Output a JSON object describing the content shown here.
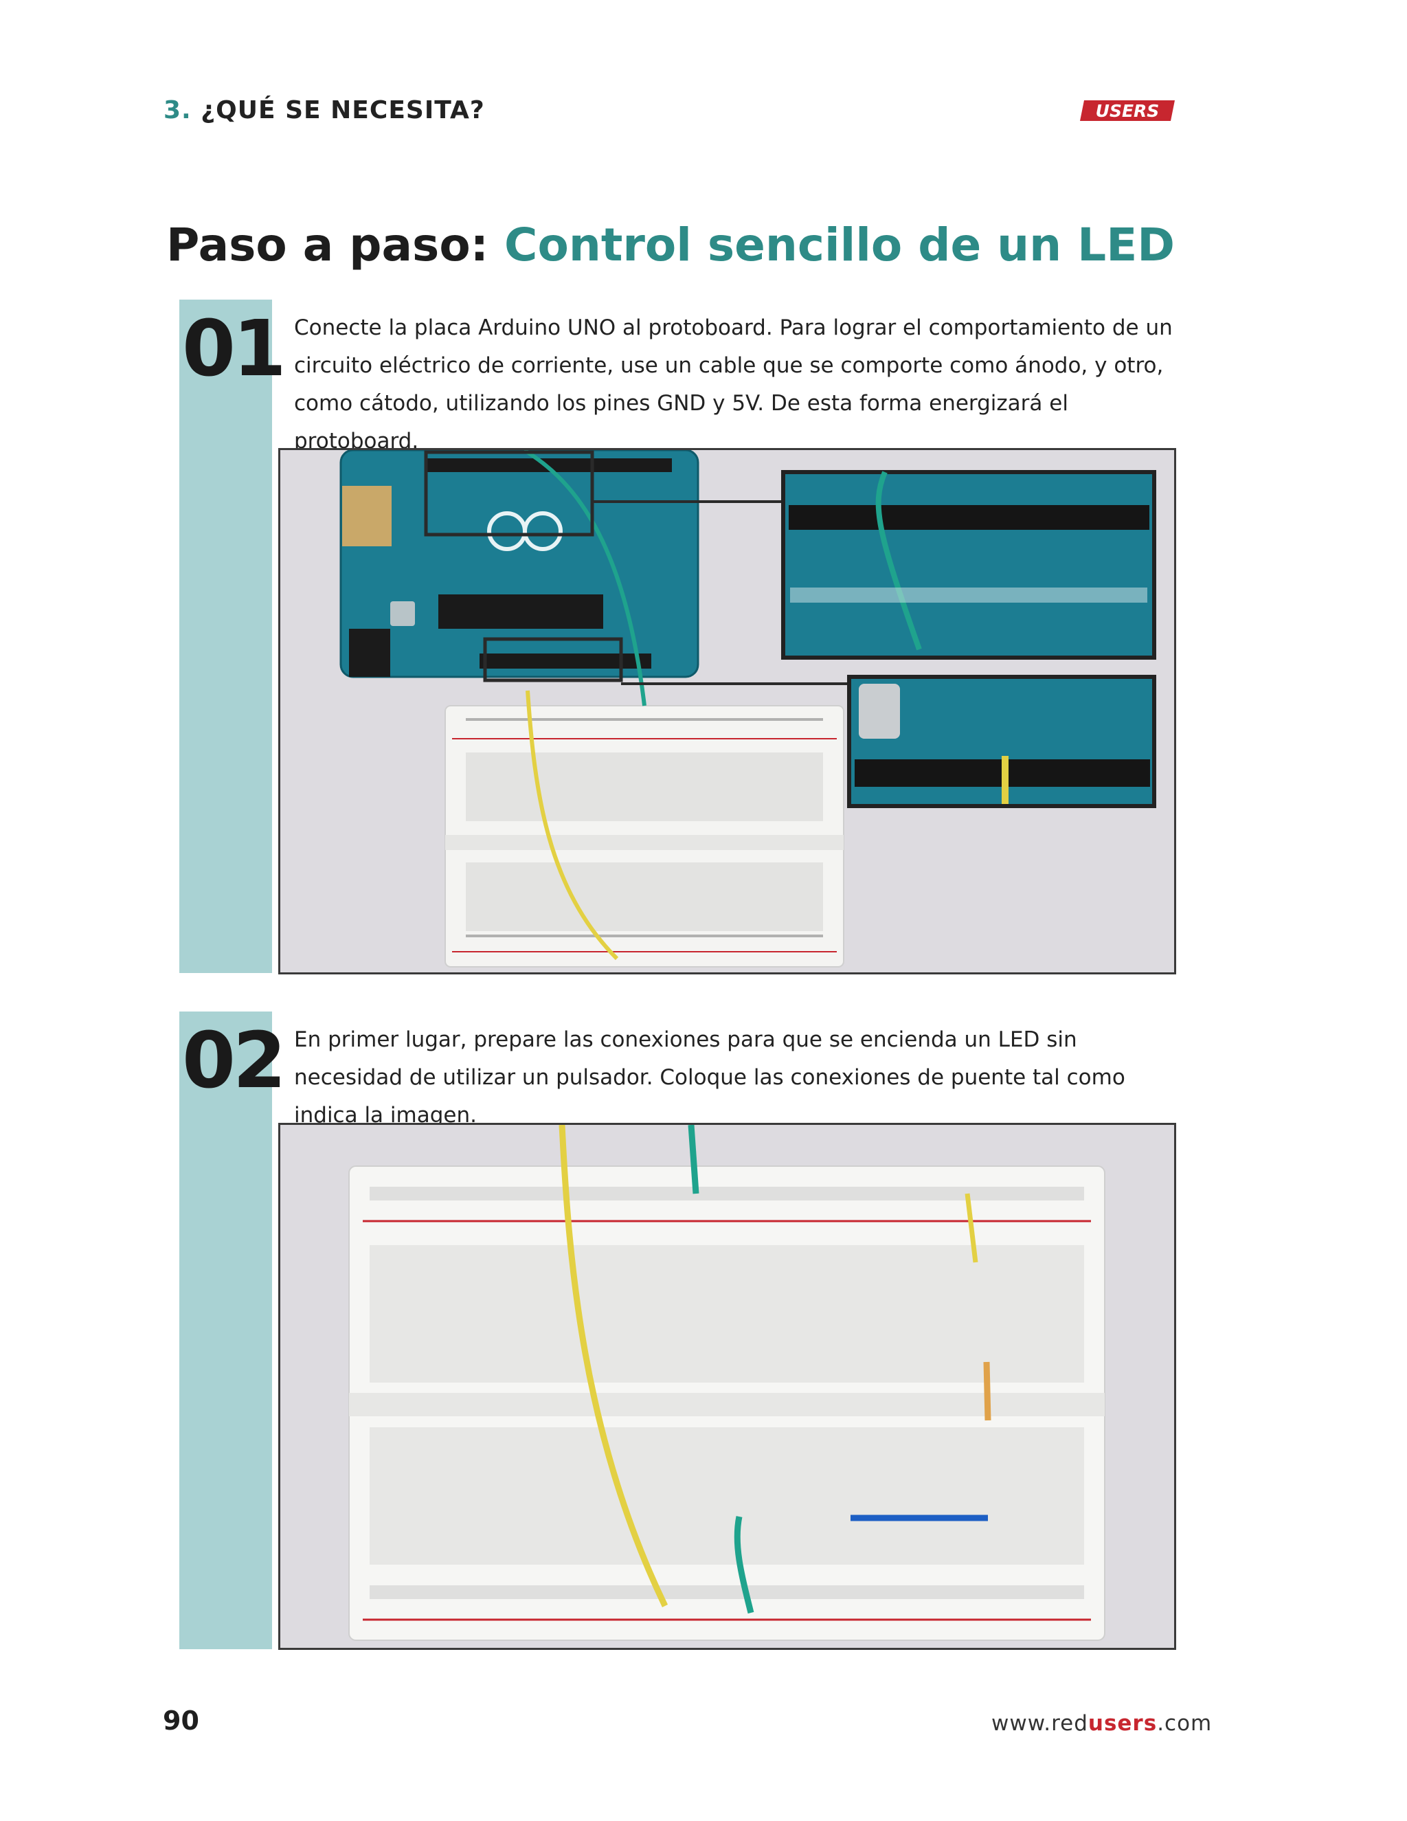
{
  "header": {
    "section_number": "3.",
    "section_title": "¿QUÉ SE NECESITA?",
    "logo_text": "USERS"
  },
  "title": {
    "prefix": "Paso a paso:",
    "highlight": "Control sencillo de un LED"
  },
  "steps": [
    {
      "number": "01",
      "text": "Conecte la placa Arduino UNO al protoboard. Para lograr el comportamiento de un circuito eléctrico de corriente, use un cable que se comporte como ánodo, y otro, como cátodo, utilizando los pines GND y 5V. De esta forma energizará el protoboard."
    },
    {
      "number": "02",
      "text": "En primer lugar, prepare las conexiones para que se encienda un LED sin necesidad de utilizar un pulsador. Coloque las conexiones de puente tal como indica la imagen."
    }
  ],
  "footer": {
    "page_number": "90",
    "website_prefix": "www.red",
    "website_highlight": "users",
    "website_suffix": ".com"
  },
  "colors": {
    "accent_teal": "#2e8b87",
    "teal_bar": "#a9d2d3",
    "brand_red": "#c7262f",
    "photo_bg": "#dddbe0"
  }
}
